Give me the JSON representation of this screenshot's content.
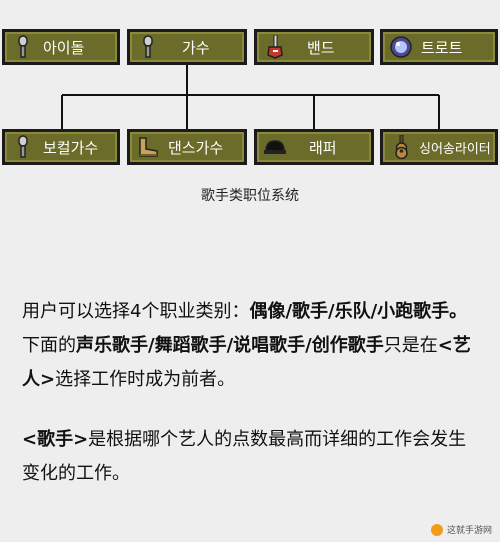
{
  "diagram": {
    "top_jobs": [
      {
        "label": "아이돌",
        "icon": "microphone-icon"
      },
      {
        "label": "가수",
        "icon": "microphone-icon"
      },
      {
        "label": "밴드",
        "icon": "electric-guitar-icon"
      },
      {
        "label": "트로트",
        "icon": "mirror-ball-icon"
      }
    ],
    "bottom_jobs": [
      {
        "label": "보컬가수",
        "icon": "microphone-icon"
      },
      {
        "label": "댄스가수",
        "icon": "dance-shoe-icon"
      },
      {
        "label": "래퍼",
        "icon": "cap-icon"
      },
      {
        "label": "싱어송라이터",
        "icon": "acoustic-guitar-icon"
      }
    ],
    "caption": "歌手类职位系统"
  },
  "text": {
    "p1_a": "用户可以选择4个职业类别：",
    "p1_b": "偶像/歌手/乐队/小跑歌手。",
    "p2_a": "下面的",
    "p2_b": "声乐歌手/舞蹈歌手/说唱歌手/创作歌手",
    "p2_c": "只是在",
    "p2_d": "<艺人>",
    "p2_e": "选择工作时成为前者。",
    "p3_a": "<歌手>",
    "p3_b": "是根据哪个艺人的点数最高而详细的工作会发生变化的工作。"
  },
  "watermark": "这就手游网"
}
